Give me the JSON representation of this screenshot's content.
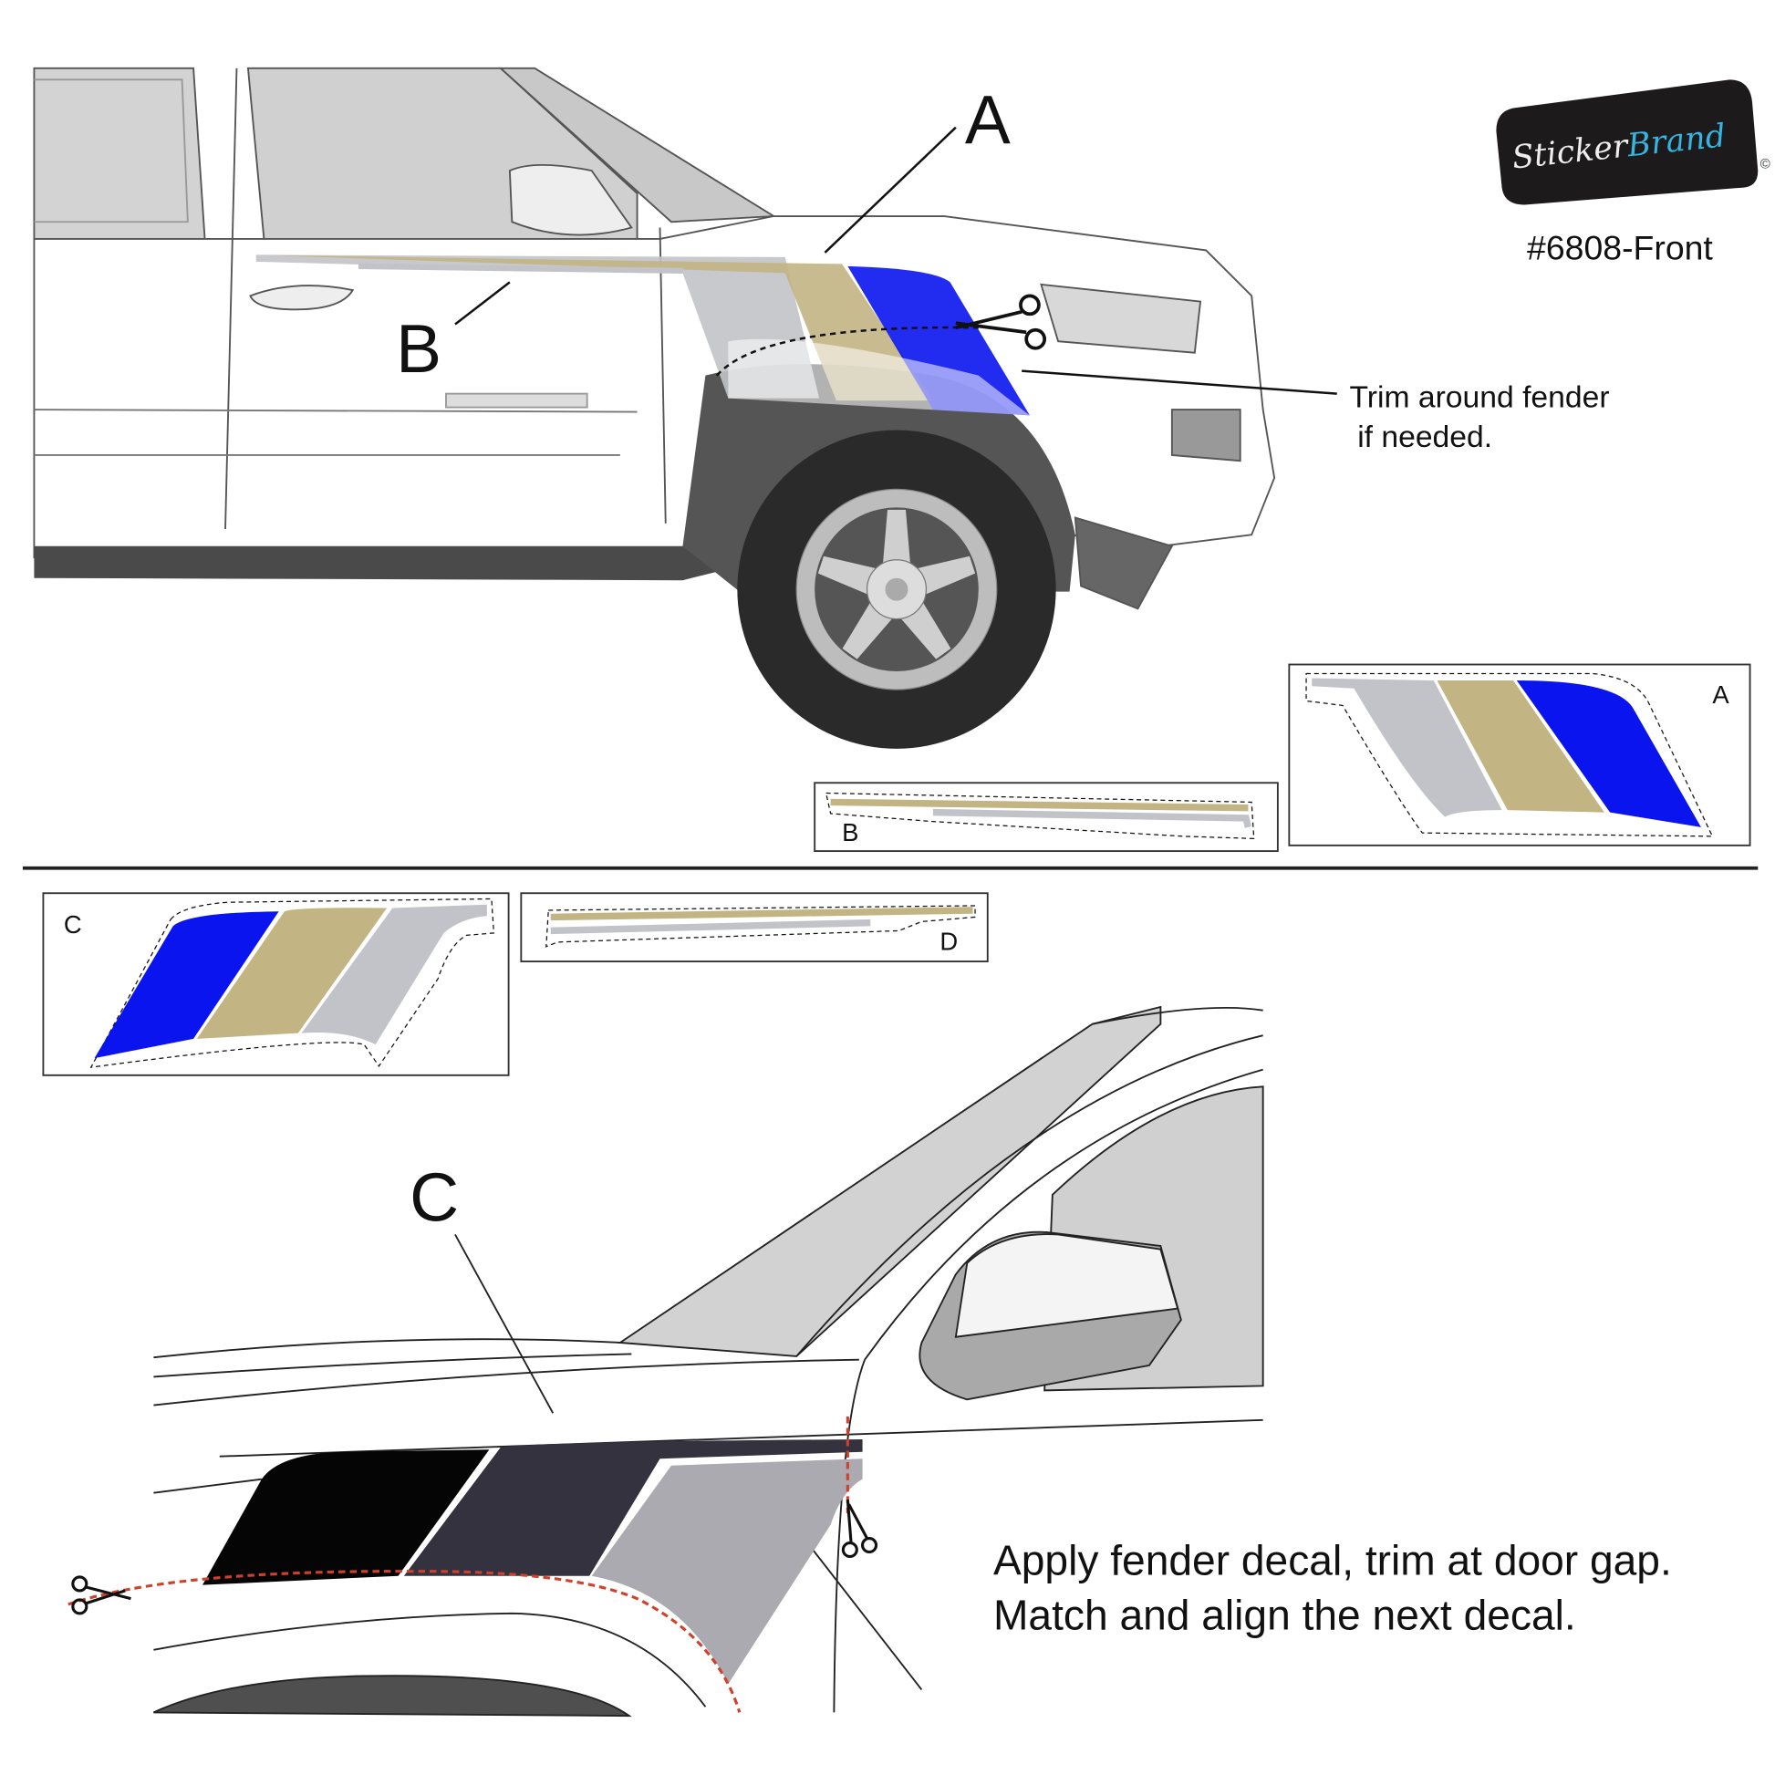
{
  "logo": {
    "text_part1": "Sticker",
    "text_part2": "Brand",
    "copyright": "©"
  },
  "product_code": "#6808-Front",
  "callouts": {
    "a": "A",
    "b": "B",
    "c": "C"
  },
  "trim_note": {
    "line1": "Trim around fender",
    "line2": "if needed."
  },
  "insets": {
    "a": "A",
    "b": "B",
    "c": "C",
    "d": "D"
  },
  "instructions": {
    "line1": "Apply fender decal, trim at door gap.",
    "line2": "Match and align the next decal."
  },
  "colors": {
    "blue": "#0a14ee",
    "tan": "#c2b483",
    "gray": "#bfc0c4",
    "black": "#050505",
    "charcoal": "#33323e",
    "midgray": "#aaaab0",
    "trim_line": "#d0402a"
  }
}
